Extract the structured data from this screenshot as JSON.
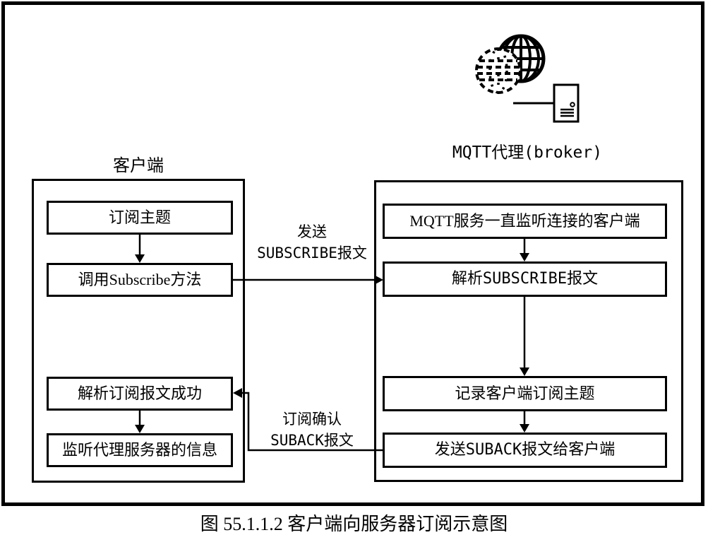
{
  "caption": "图 55.1.1.2 客户端向服务器订阅示意图",
  "broker": {
    "label": "MQTT代理(broker)",
    "icon": "globe-network-with-server-icon"
  },
  "client": {
    "label": "客户端",
    "steps": [
      "订阅主题",
      "调用Subscribe方法",
      "解析订阅报文成功",
      "监听代理服务器的信息"
    ]
  },
  "server": {
    "steps": [
      "MQTT服务一直监听连接的客户端",
      "解析SUBSCRIBE报文",
      "记录客户端订阅主题",
      "发送SUBACK报文给客户端"
    ]
  },
  "flows": {
    "subscribe": {
      "line1": "发送",
      "line2": "SUBSCRIBE报文",
      "direction": "client-to-broker"
    },
    "suback": {
      "line1": "订阅确认",
      "line2": "SUBACK报文",
      "direction": "broker-to-client"
    }
  },
  "colors": {
    "ink": "#000000",
    "background": "#ffffff"
  }
}
